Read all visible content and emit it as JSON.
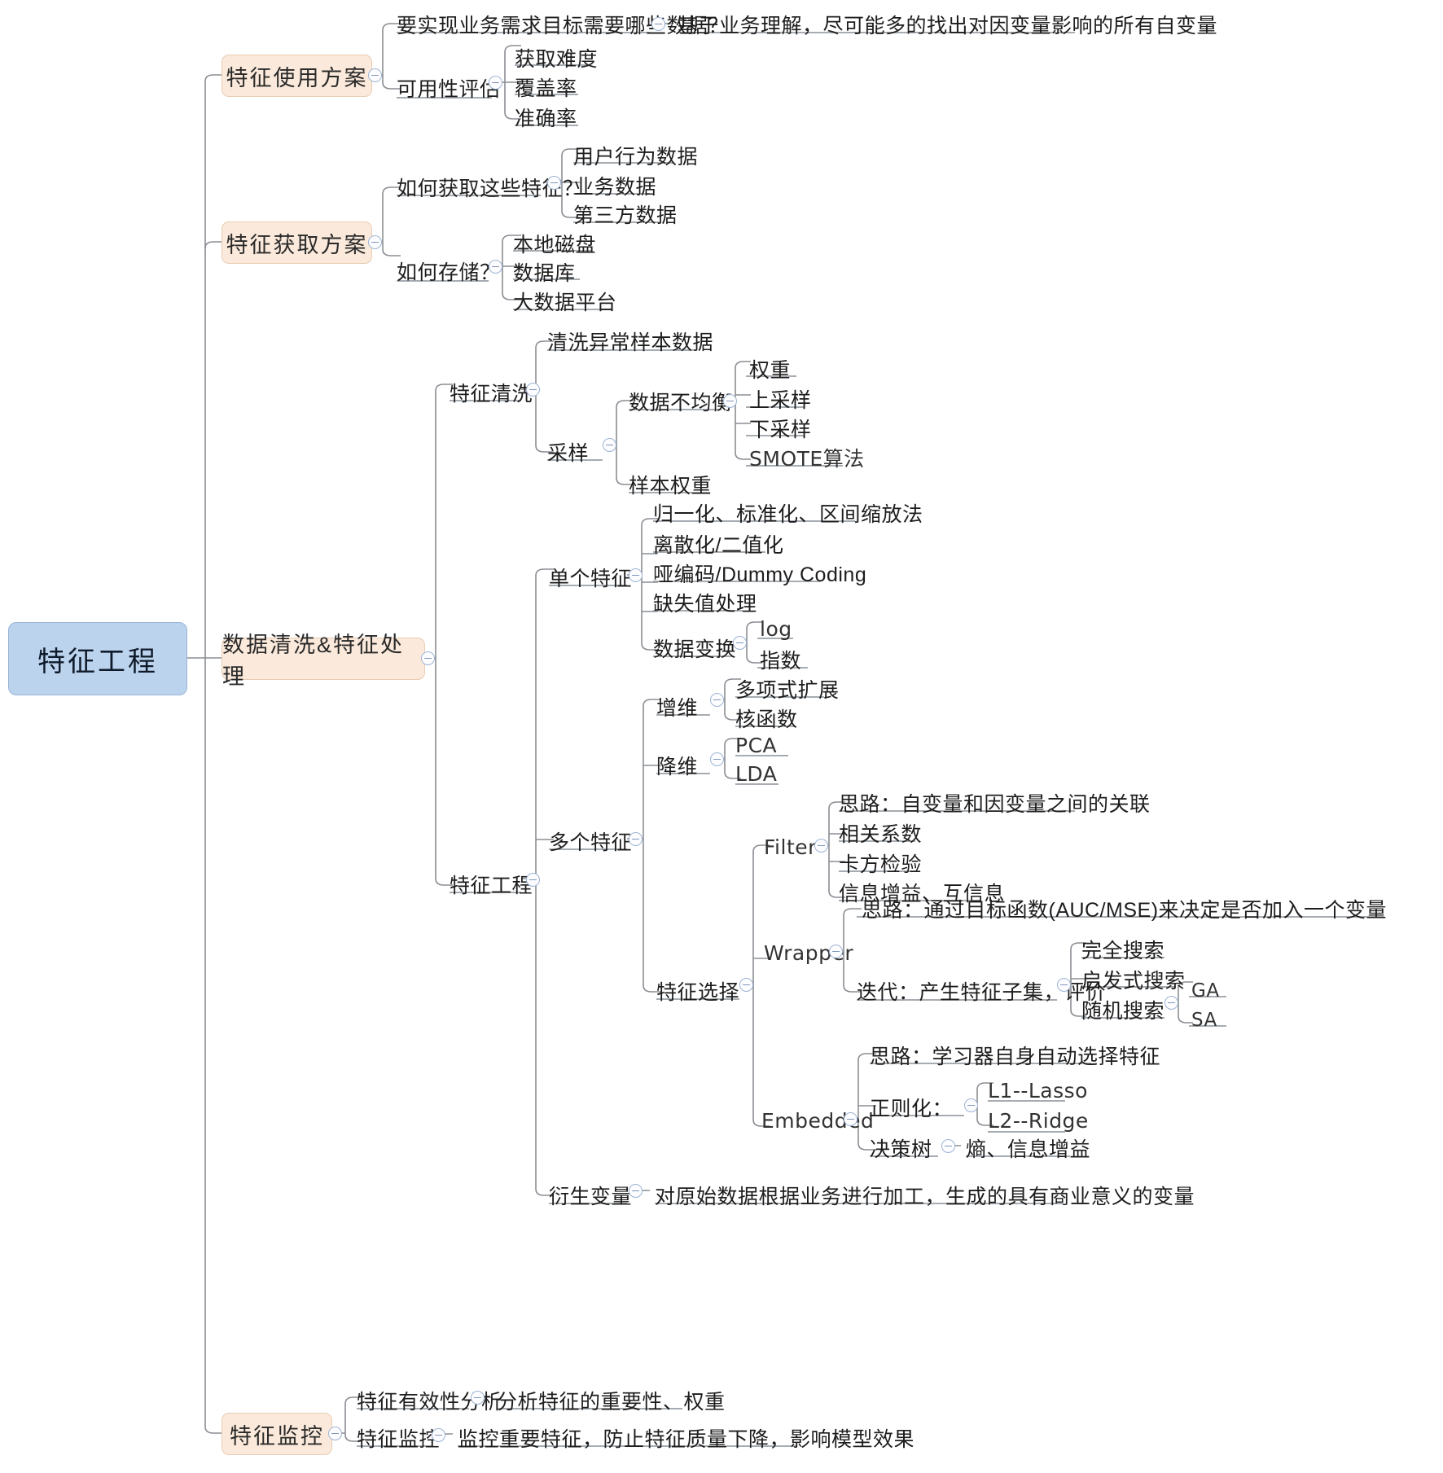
{
  "title": "特征工程",
  "root": {
    "label": "特征工程",
    "color": "#bcd3ee"
  },
  "branch_color": "#fbeadb",
  "toggle_icon": "collapse-toggle-icon",
  "branches": [
    {
      "label": "特征使用方案",
      "children": [
        {
          "label": "要实现业务需求目标需要哪些数据？",
          "children": [
            {
              "label": "基于业务理解，尽可能多的找出对因变量影响的所有自变量"
            }
          ]
        },
        {
          "label": "可用性评估",
          "children": [
            {
              "label": "获取难度"
            },
            {
              "label": "覆盖率"
            },
            {
              "label": "准确率"
            }
          ]
        }
      ]
    },
    {
      "label": "特征获取方案",
      "children": [
        {
          "label": "如何获取这些特征？",
          "children": [
            {
              "label": "用户行为数据"
            },
            {
              "label": "业务数据"
            },
            {
              "label": "第三方数据"
            }
          ]
        },
        {
          "label": "如何存储？",
          "children": [
            {
              "label": "本地磁盘"
            },
            {
              "label": "数据库"
            },
            {
              "label": "大数据平台"
            }
          ]
        }
      ]
    },
    {
      "label": "数据清洗&特征处理",
      "children": [
        {
          "label": "特征清洗",
          "children": [
            {
              "label": "清洗异常样本数据"
            },
            {
              "label": "采样",
              "children": [
                {
                  "label": "数据不均衡",
                  "children": [
                    {
                      "label": "权重"
                    },
                    {
                      "label": "上采样"
                    },
                    {
                      "label": "下采样"
                    },
                    {
                      "label": "SMOTE算法"
                    }
                  ]
                },
                {
                  "label": "样本权重"
                }
              ]
            }
          ]
        },
        {
          "label": "特征工程",
          "children": [
            {
              "label": "单个特征",
              "children": [
                {
                  "label": "归一化、标准化、区间缩放法"
                },
                {
                  "label": "离散化/二值化"
                },
                {
                  "label": "哑编码/Dummy Coding"
                },
                {
                  "label": "缺失值处理"
                },
                {
                  "label": "数据变换",
                  "children": [
                    {
                      "label": "log"
                    },
                    {
                      "label": "指数"
                    }
                  ]
                }
              ]
            },
            {
              "label": "多个特征",
              "children": [
                {
                  "label": "增维",
                  "children": [
                    {
                      "label": "多项式扩展"
                    },
                    {
                      "label": "核函数"
                    }
                  ]
                },
                {
                  "label": "降维",
                  "children": [
                    {
                      "label": "PCA"
                    },
                    {
                      "label": "LDA"
                    }
                  ]
                },
                {
                  "label": "特征选择",
                  "children": [
                    {
                      "label": "Filter",
                      "children": [
                        {
                          "label": "思路：自变量和因变量之间的关联"
                        },
                        {
                          "label": "相关系数"
                        },
                        {
                          "label": "卡方检验"
                        },
                        {
                          "label": "信息增益、互信息"
                        }
                      ]
                    },
                    {
                      "label": "Wrapper",
                      "children": [
                        {
                          "label": "思路：通过目标函数(AUC/MSE)来决定是否加入一个变量"
                        },
                        {
                          "label": "迭代：产生特征子集，评价",
                          "children": [
                            {
                              "label": "完全搜索"
                            },
                            {
                              "label": "启发式搜索"
                            },
                            {
                              "label": "随机搜索",
                              "children": [
                                {
                                  "label": "GA"
                                },
                                {
                                  "label": "SA"
                                }
                              ]
                            }
                          ]
                        }
                      ]
                    },
                    {
                      "label": "Embedded",
                      "children": [
                        {
                          "label": "思路：学习器自身自动选择特征"
                        },
                        {
                          "label": "正则化：",
                          "children": [
                            {
                              "label": "L1--Lasso"
                            },
                            {
                              "label": "L2--Ridge"
                            }
                          ]
                        },
                        {
                          "label": "决策树",
                          "children": [
                            {
                              "label": "熵、信息增益"
                            }
                          ]
                        }
                      ]
                    }
                  ]
                }
              ]
            },
            {
              "label": "衍生变量",
              "children": [
                {
                  "label": "对原始数据根据业务进行加工，生成的具有商业意义的变量"
                }
              ]
            }
          ]
        }
      ]
    },
    {
      "label": "特征监控",
      "children": [
        {
          "label": "特征有效性分析",
          "children": [
            {
              "label": "分析特征的重要性、权重"
            }
          ]
        },
        {
          "label": "特征监控",
          "children": [
            {
              "label": "监控重要特征，防止特征质量下降，影响模型效果"
            }
          ]
        }
      ]
    }
  ],
  "nodes": {
    "n_root": "特征工程",
    "b1": "特征使用方案",
    "b2": "特征获取方案",
    "b3": "数据清洗&特征处理",
    "b4": "特征监控",
    "t1": "要实现业务需求目标需要哪些数据？",
    "t2": "基于业务理解，尽可能多的找出对因变量影响的所有自变量",
    "t3": "可用性评估",
    "t4": "获取难度",
    "t5": "覆盖率",
    "t6": "准确率",
    "t7": "如何获取这些特征？",
    "t8": "用户行为数据",
    "t9": "业务数据",
    "t10": "第三方数据",
    "t11": "如何存储？",
    "t12": "本地磁盘",
    "t13": "数据库",
    "t14": "大数据平台",
    "t15": "特征清洗",
    "t16": "清洗异常样本数据",
    "t17": "采样",
    "t18": "数据不均衡",
    "t19": "权重",
    "t20": "上采样",
    "t21": "下采样",
    "t22": "SMOTE算法",
    "t23": "样本权重",
    "t24": "特征工程",
    "t25": "单个特征",
    "t26": "归一化、标准化、区间缩放法",
    "t27": "离散化/二值化",
    "t28": "哑编码/Dummy Coding",
    "t29": "缺失值处理",
    "t30": "数据变换",
    "t31": "log",
    "t32": "指数",
    "t33": "多个特征",
    "t34": "增维",
    "t35": "多项式扩展",
    "t36": "核函数",
    "t37": "降维",
    "t38": "PCA",
    "t39": "LDA",
    "t40": "特征选择",
    "t41": "Filter",
    "t42": "思路：自变量和因变量之间的关联",
    "t43": "相关系数",
    "t44": "卡方检验",
    "t45": "信息增益、互信息",
    "t46": "Wrapper",
    "t47": "思路：通过目标函数(AUC/MSE)来决定是否加入一个变量",
    "t48": "迭代：产生特征子集，评价",
    "t49": "完全搜索",
    "t50": "启发式搜索",
    "t51": "随机搜索",
    "t52": "GA",
    "t53": "SA",
    "t54": "Embedded",
    "t55": "思路：学习器自身自动选择特征",
    "t56": "正则化：",
    "t57": "L1--Lasso",
    "t58": "L2--Ridge",
    "t59": "决策树",
    "t60": "熵、信息增益",
    "t61": "衍生变量",
    "t62": "对原始数据根据业务进行加工，生成的具有商业意义的变量",
    "t63": "特征有效性分析",
    "t64": "分析特征的重要性、权重",
    "t65": "特征监控",
    "t66": "监控重要特征，防止特征质量下降，影响模型效果"
  }
}
